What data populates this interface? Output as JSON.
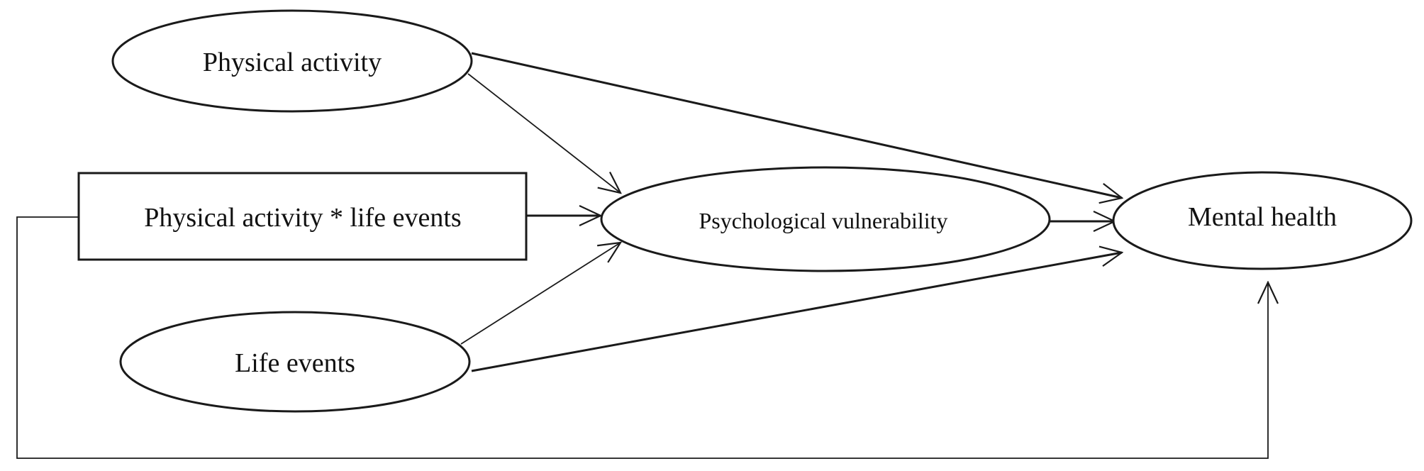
{
  "diagram": {
    "nodes": {
      "physical_activity": "Physical activity",
      "interaction": "Physical activity * life events",
      "life_events": "Life events",
      "psych_vulnerability": "Psychological vulnerability",
      "mental_health": "Mental health"
    },
    "edges": [
      {
        "from": "physical_activity",
        "to": "psych_vulnerability"
      },
      {
        "from": "physical_activity",
        "to": "mental_health"
      },
      {
        "from": "interaction",
        "to": "psych_vulnerability"
      },
      {
        "from": "interaction",
        "to": "mental_health"
      },
      {
        "from": "life_events",
        "to": "psych_vulnerability"
      },
      {
        "from": "life_events",
        "to": "mental_health"
      },
      {
        "from": "psych_vulnerability",
        "to": "mental_health"
      }
    ]
  }
}
